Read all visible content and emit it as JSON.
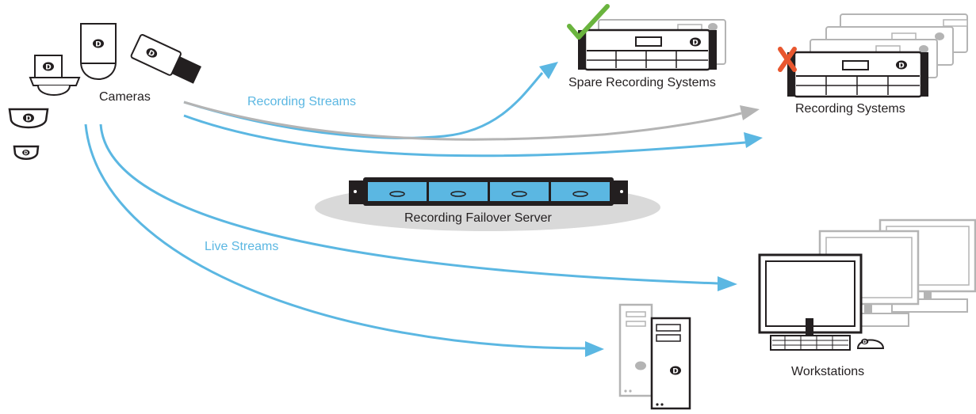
{
  "labels": {
    "cameras": "Cameras",
    "spare_recording_systems": "Spare Recording Systems",
    "recording_systems": "Recording Systems",
    "recording_failover_server": "Recording Failover Server",
    "workstations": "Workstations",
    "recording_streams": "Recording Streams",
    "live_streams": "Live Streams"
  },
  "colors": {
    "stream_blue": "#5bb7e2",
    "inactive_gray": "#b4b4b4",
    "ok_green": "#6ab43e",
    "fail_red": "#e8572f",
    "device_black": "#231f20",
    "server_fill": "#5bb7e2",
    "ellipse_gray": "#d9d9d9"
  },
  "icons": {
    "status_ok": "checkmark-icon",
    "status_fail": "x-mark-icon",
    "brand": "logo-d-icon"
  }
}
